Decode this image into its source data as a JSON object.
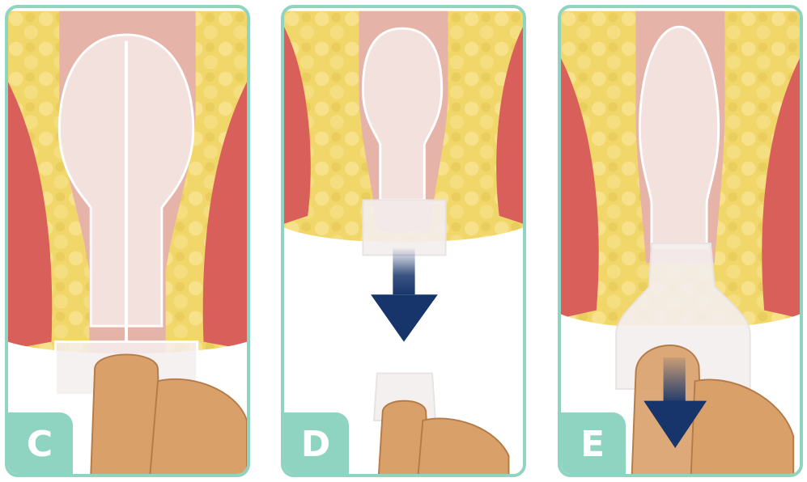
{
  "panels": [
    {
      "label": "C",
      "step": "inserted"
    },
    {
      "label": "D",
      "step": "plunger-withdrawn"
    },
    {
      "label": "E",
      "step": "applicator-removed"
    }
  ],
  "colors": {
    "frame": "#8fd3c1",
    "fat": "#f1d66a",
    "muscle": "#d9605a",
    "canal": "#e6b3a8",
    "applicator": "#f4eeee",
    "arrow": "#17356b",
    "skin": "#d9a06a"
  }
}
